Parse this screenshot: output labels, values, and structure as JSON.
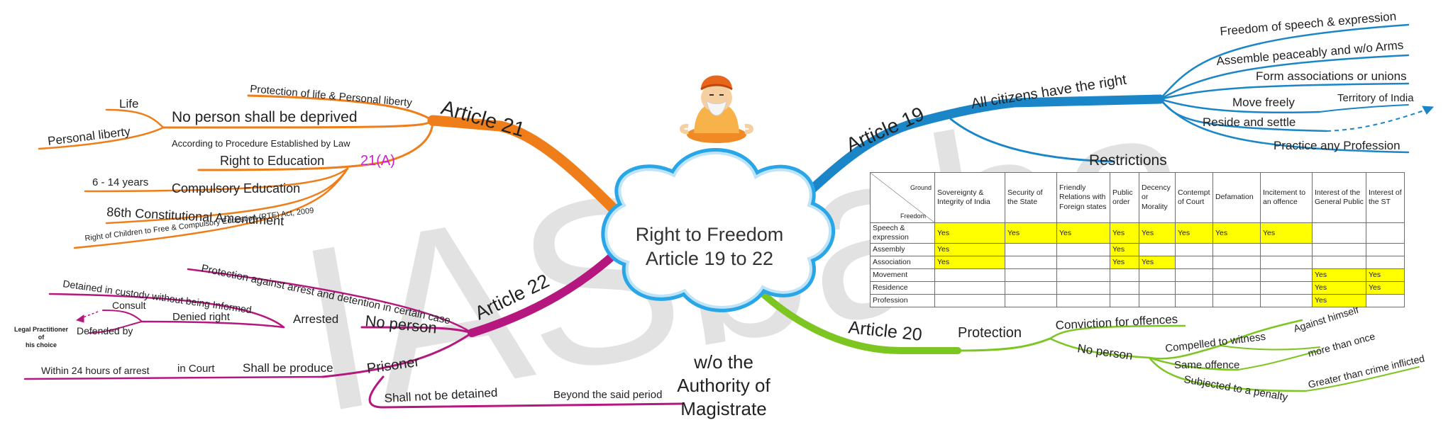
{
  "watermark": "IASbaba",
  "center": {
    "line1": "Right to Freedom",
    "line2": "Article 19 to 22"
  },
  "article21": {
    "title": "Article 21",
    "protection": "Protection of life & Personal liberty",
    "deprived": "No person shall be deprived",
    "life": "Life",
    "personal_liberty": "Personal liberty",
    "procedure": "According to Procedure Established by Law",
    "rte_title": "Right to Education",
    "rte_code": "21(A)",
    "age": "6 - 14 years",
    "compulsory": "Compulsory Education",
    "amendment": "86th Constitutional Amendment",
    "act": "Right of Children to Free & Compulsory Education (RTE) Act, 2009"
  },
  "article22": {
    "title": "Article 22",
    "protection": "Protection against arrest and detention in certain case",
    "no_person": "No person",
    "arrested": "Arrested",
    "detained": "Detained in custody without being Informed",
    "denied": "Denied right",
    "consult": "Consult",
    "defended": "Defended by",
    "practitioner": [
      "Legal Practitioner",
      "of",
      "his choice"
    ],
    "prisoner": "Prisoner",
    "produce": "Shall be produce",
    "court": "in Court",
    "within": "Within 24 hours of arrest",
    "not_detained": "Shall not be detained",
    "beyond": "Beyond the said period",
    "magistrate": [
      "w/o the",
      "Authority of",
      "Magistrate"
    ]
  },
  "article19": {
    "title": "Article 19",
    "citizens": "All citizens have the right",
    "rights": [
      "Freedom of speech & expression",
      "Assemble peaceably and w/o Arms",
      "Form associations or unions",
      "Move freely",
      "Reside and settle",
      "Practice any Profession"
    ],
    "territory": "Territory of India",
    "restrictions": "Restrictions"
  },
  "article20": {
    "title": "Article 20",
    "protection": "Protection",
    "conviction": "Conviction for offences",
    "no_person": "No person",
    "compelled": "Compelled to witness",
    "against": "Against himself",
    "same": "Same offence",
    "more": "more than once",
    "subjected": "Subjected to a penalty",
    "greater": "Greater than crime inflicted"
  },
  "table": {
    "corner_top": "Ground",
    "corner_bottom": "Freedom",
    "grounds": [
      "Sovereignty & Integrity of India",
      "Security of the State",
      "Friendly Relations with Foreign states",
      "Public order",
      "Decency or Morality",
      "Contempt of Court",
      "Defamation",
      "Incitement to an offence",
      "Interest of the General Public",
      "Interest of the ST"
    ],
    "rows": [
      {
        "freedom": "Speech & expression",
        "cells": [
          "Yes",
          "Yes",
          "Yes",
          "Yes",
          "Yes",
          "Yes",
          "Yes",
          "Yes",
          "",
          ""
        ]
      },
      {
        "freedom": "Assembly",
        "cells": [
          "Yes",
          "",
          "",
          "Yes",
          "",
          "",
          "",
          "",
          "",
          ""
        ]
      },
      {
        "freedom": "Association",
        "cells": [
          "Yes",
          "",
          "",
          "Yes",
          "Yes",
          "",
          "",
          "",
          "",
          ""
        ]
      },
      {
        "freedom": "Movement",
        "cells": [
          "",
          "",
          "",
          "",
          "",
          "",
          "",
          "",
          "Yes",
          "Yes"
        ]
      },
      {
        "freedom": "Residence",
        "cells": [
          "",
          "",
          "",
          "",
          "",
          "",
          "",
          "",
          "Yes",
          "Yes"
        ]
      },
      {
        "freedom": "Profession",
        "cells": [
          "",
          "",
          "",
          "",
          "",
          "",
          "",
          "",
          "Yes",
          ""
        ]
      }
    ]
  },
  "colors": {
    "article21": "#ef7d1a",
    "article22": "#b5177f",
    "article19": "#1a86c8",
    "article20": "#7dc520",
    "cloud": "#29a6e8",
    "highlight": "#ffff00",
    "rte_code": "#cc22cc"
  },
  "icons": {
    "mascot": "meditating-sage-icon"
  }
}
